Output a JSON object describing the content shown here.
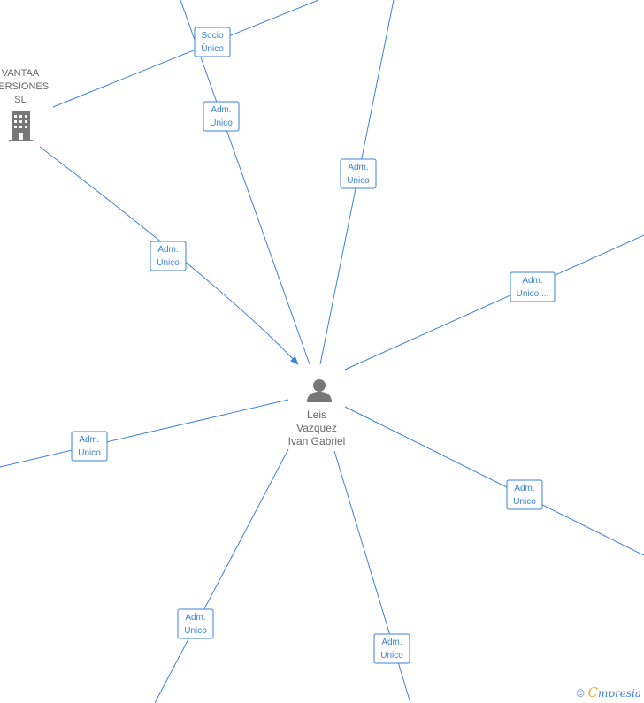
{
  "person": {
    "name_lines": [
      "Leis",
      "Vazquez",
      "Ivan Gabriel"
    ],
    "icon": "person-icon"
  },
  "company": {
    "name_lines": [
      "VANTAA",
      "VERSIONES",
      "SL"
    ],
    "icon": "building-icon"
  },
  "edge_labels": [
    {
      "lines": [
        "Socio",
        "Único"
      ]
    },
    {
      "lines": [
        "Adm.",
        "Unico"
      ]
    },
    {
      "lines": [
        "Adm.",
        "Unico"
      ]
    },
    {
      "lines": [
        "Adm.",
        "Unico"
      ]
    },
    {
      "lines": [
        "Adm.",
        "Unico,..."
      ]
    },
    {
      "lines": [
        "Adm.",
        "Unico"
      ]
    },
    {
      "lines": [
        "Adm.",
        "Unico"
      ]
    },
    {
      "lines": [
        "Adm.",
        "Unico"
      ]
    },
    {
      "lines": [
        "Adm.",
        "Unico"
      ]
    }
  ],
  "colors": {
    "edge": "#3b82d6",
    "node_icon": "#777777",
    "label_text": "#666666"
  },
  "watermark": {
    "copyright": "©",
    "brand_initial": "C",
    "brand_rest": "mpresia"
  }
}
